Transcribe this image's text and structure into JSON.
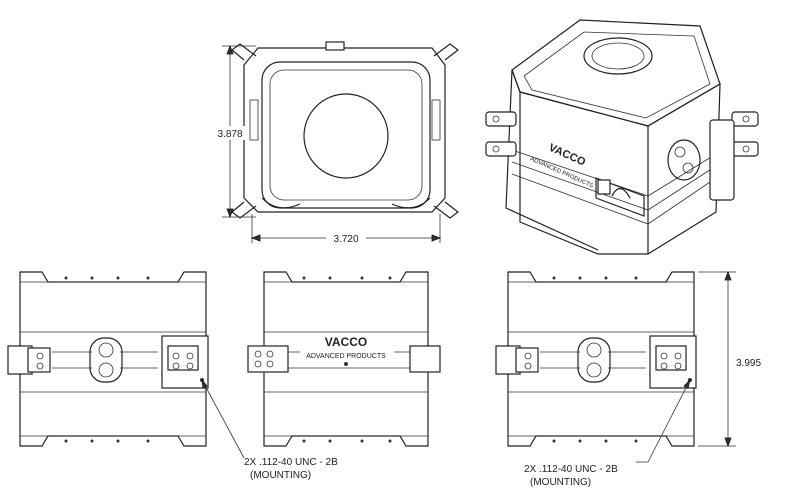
{
  "dimensions": {
    "top_height": "3.878",
    "top_width": "3.720",
    "side_height": "3.995"
  },
  "notes": {
    "left_callout_line1": "2X .112-40 UNC - 2B",
    "left_callout_line2": "(MOUNTING)",
    "right_callout_line1": "2X .112-40 UNC - 2B",
    "right_callout_line2": "(MOUNTING)"
  },
  "branding": {
    "logo_text": "VACCO",
    "subtitle": "ADVANCED PRODUCTS"
  },
  "colors": {
    "line": "#222222",
    "background": "#ffffff"
  }
}
